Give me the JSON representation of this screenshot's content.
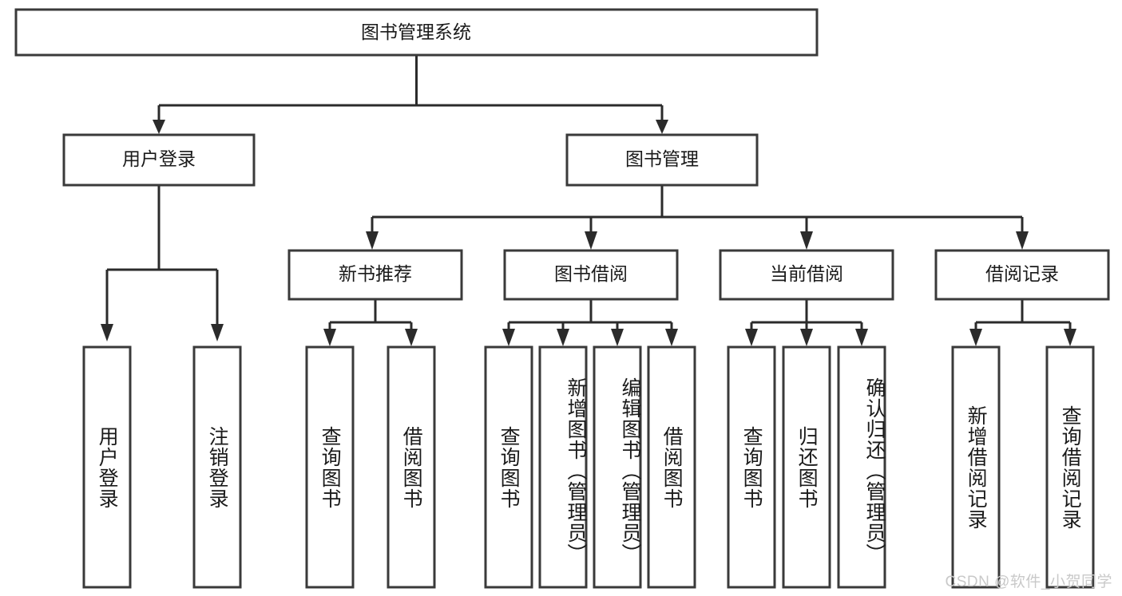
{
  "diagram": {
    "type": "tree",
    "title_node": {
      "id": "root",
      "label": "图书管理系统"
    },
    "level1": [
      {
        "id": "user-login",
        "label": "用户登录"
      },
      {
        "id": "book-manage",
        "label": "图书管理"
      }
    ],
    "level2": [
      {
        "id": "new-book-recommend",
        "label": "新书推荐",
        "parent": "book-manage"
      },
      {
        "id": "book-borrow",
        "label": "图书借阅",
        "parent": "book-manage"
      },
      {
        "id": "current-borrow",
        "label": "当前借阅",
        "parent": "book-manage"
      },
      {
        "id": "borrow-record",
        "label": "借阅记录",
        "parent": "book-manage"
      }
    ],
    "leaves": {
      "user_login": [
        {
          "id": "leaf-user-login",
          "label": "用户登录"
        },
        {
          "id": "leaf-logout-login",
          "label": "注销登录"
        }
      ],
      "new_book_recommend": [
        {
          "id": "leaf-query-book-1",
          "label": "查询图书"
        },
        {
          "id": "leaf-borrow-book-1",
          "label": "借阅图书"
        }
      ],
      "book_borrow": [
        {
          "id": "leaf-query-book-2",
          "label": "查询图书"
        },
        {
          "id": "leaf-add-book",
          "label": "新增图书（管理员）"
        },
        {
          "id": "leaf-edit-book",
          "label": "编辑图书（管理员）"
        },
        {
          "id": "leaf-borrow-book-2",
          "label": "借阅图书"
        }
      ],
      "current_borrow": [
        {
          "id": "leaf-query-book-3",
          "label": "查询图书"
        },
        {
          "id": "leaf-return-book",
          "label": "归还图书"
        },
        {
          "id": "leaf-confirm-return",
          "label": "确认归还（管理员）"
        }
      ],
      "borrow_record": [
        {
          "id": "leaf-add-record",
          "label": "新增借阅记录"
        },
        {
          "id": "leaf-query-record",
          "label": "查询借阅记录"
        }
      ]
    },
    "colors": {
      "box_fill": "#ffffff",
      "box_stroke": "#3a3a3a",
      "connector": "#2b2b2b",
      "text": "#1a1a1a",
      "background": "#ffffff",
      "watermark": "#c9c9c9"
    }
  },
  "watermark": {
    "text": "CSDN @软件_小贺同学"
  }
}
